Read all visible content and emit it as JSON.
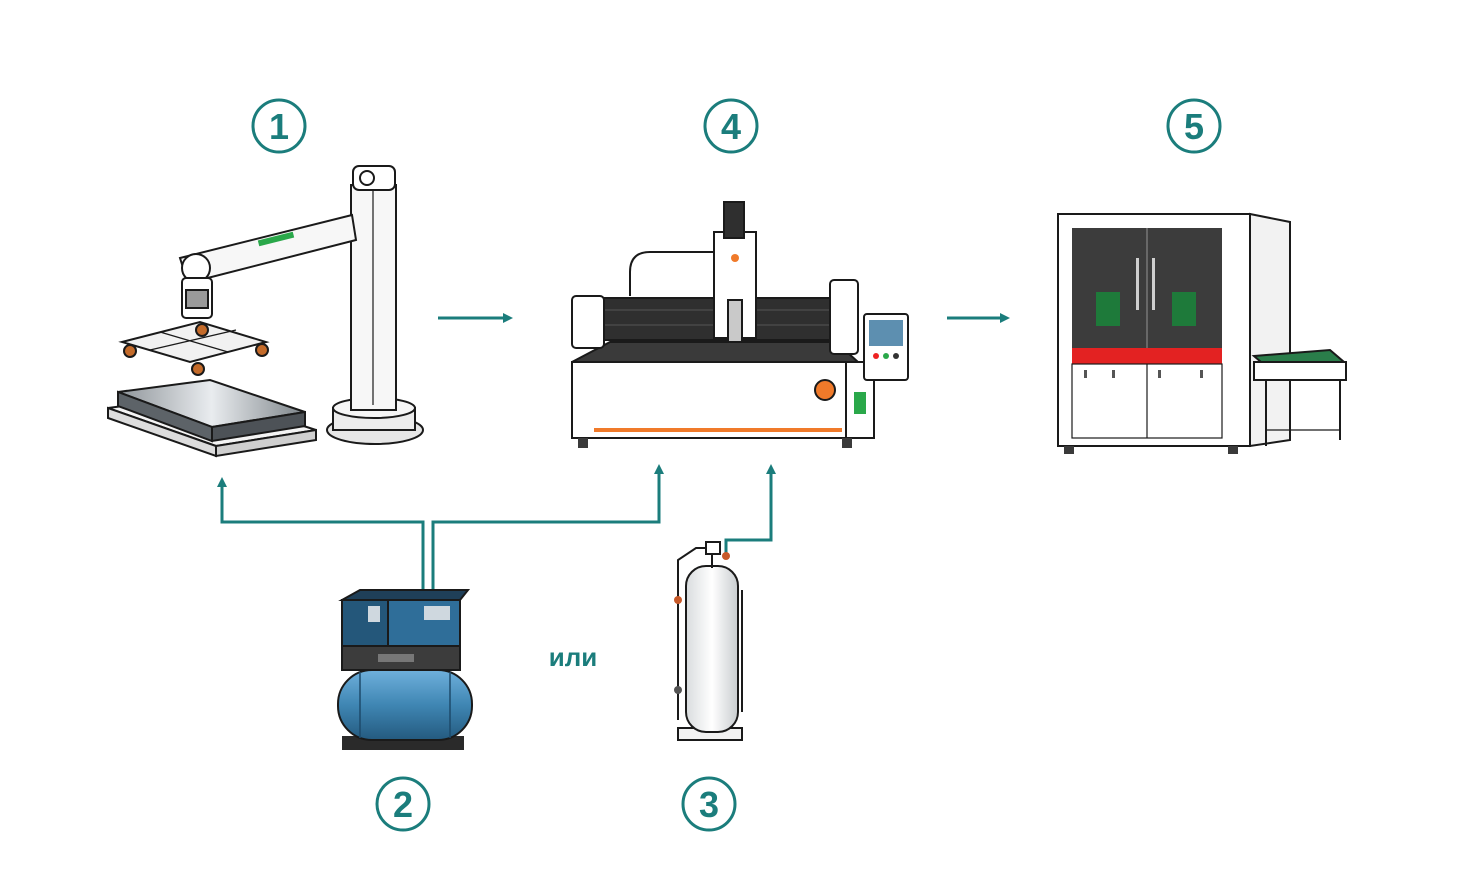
{
  "colors": {
    "accent": "#1b7d7c",
    "compressor_blue": "#3f86b3",
    "laser_orange": "#f07a2a",
    "enclosure_red": "#e32222",
    "enclosure_panel": "#3c3c3c",
    "window_green": "#1e7a3a"
  },
  "steps": {
    "s1": {
      "number": "1"
    },
    "s2": {
      "number": "2"
    },
    "s3": {
      "number": "3"
    },
    "s4": {
      "number": "4"
    },
    "s5": {
      "number": "5"
    }
  },
  "or_label": "или",
  "illustrations": {
    "s1": "sheet-loader-crane",
    "s2": "air-compressor",
    "s3": "gas-cylinder",
    "s4": "fiber-laser-cutter",
    "s5": "enclosed-machine-with-conveyor"
  }
}
